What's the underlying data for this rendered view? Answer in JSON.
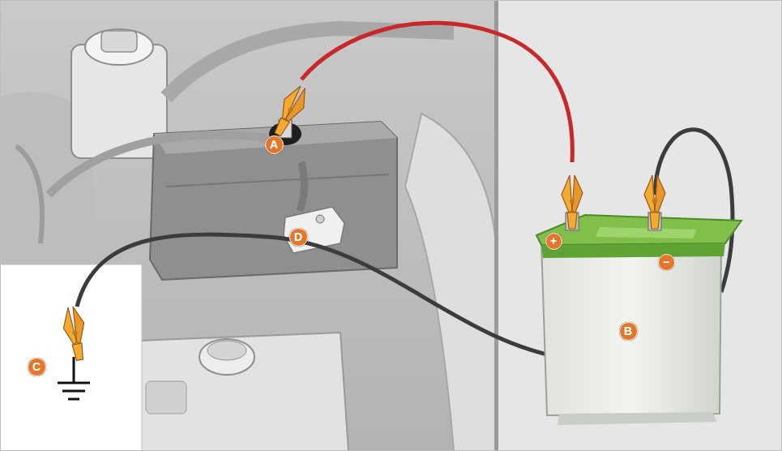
{
  "diagram": {
    "labels": [
      "A",
      "B",
      "C",
      "D",
      "+",
      "−"
    ]
  }
}
